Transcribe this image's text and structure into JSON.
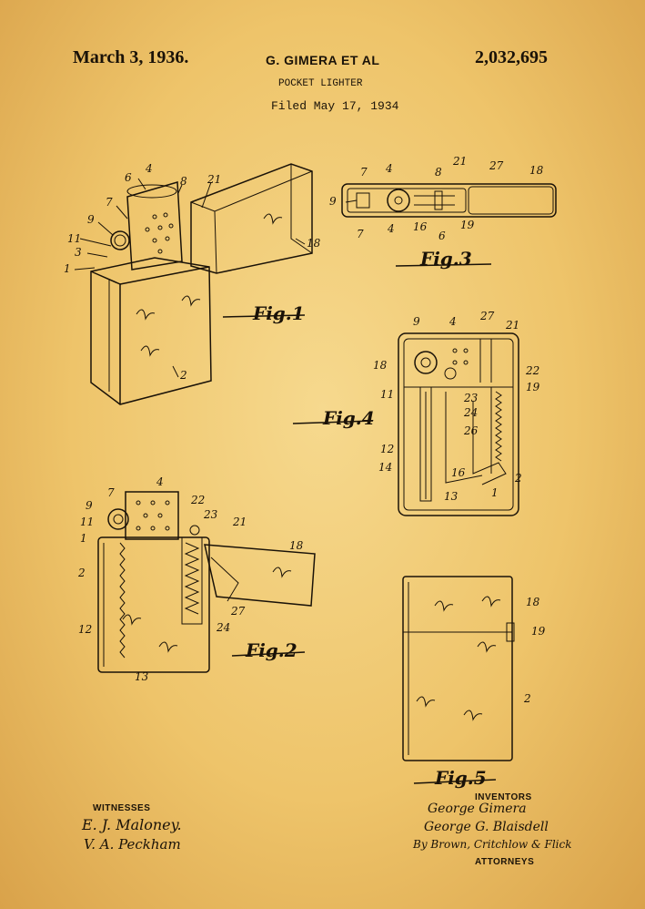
{
  "header": {
    "date": "March 3, 1936.",
    "inventor_names": "G. GIMERA ET AL",
    "patent_number": "2,032,695",
    "title": "POCKET LIGHTER",
    "filed": "Filed May 17, 1934"
  },
  "figures": {
    "fig1": "Fig.1",
    "fig2": "Fig.2",
    "fig3": "Fig.3",
    "fig4": "Fig.4",
    "fig5": "Fig.5"
  },
  "reference_numbers": {
    "fig1": [
      "6",
      "4",
      "8",
      "21",
      "7",
      "9",
      "11",
      "3",
      "1",
      "18",
      "2"
    ],
    "fig3": [
      "7",
      "4",
      "8",
      "21",
      "27",
      "18",
      "9",
      "7",
      "4",
      "16",
      "6",
      "19"
    ],
    "fig4": [
      "9",
      "4",
      "27",
      "21",
      "18",
      "22",
      "11",
      "23",
      "19",
      "24",
      "26",
      "12",
      "14",
      "16",
      "13",
      "1",
      "2"
    ],
    "fig2": [
      "4",
      "7",
      "22",
      "9",
      "23",
      "21",
      "11",
      "1",
      "18",
      "2",
      "27",
      "12",
      "24",
      "13"
    ],
    "fig5": [
      "18",
      "19",
      "2"
    ]
  },
  "signatures": {
    "witnesses_heading": "WITNESSES",
    "witness_1": "E. J. Maloney.",
    "witness_2": "V. A. Peckham",
    "inventors_heading": "INVENTORS",
    "inventor_1": "George Gimera",
    "inventor_2": "George G. Blaisdell",
    "attorneys_line": "By Brown, Critchlow & Flick",
    "attorneys_heading": "ATTORNEYS"
  }
}
